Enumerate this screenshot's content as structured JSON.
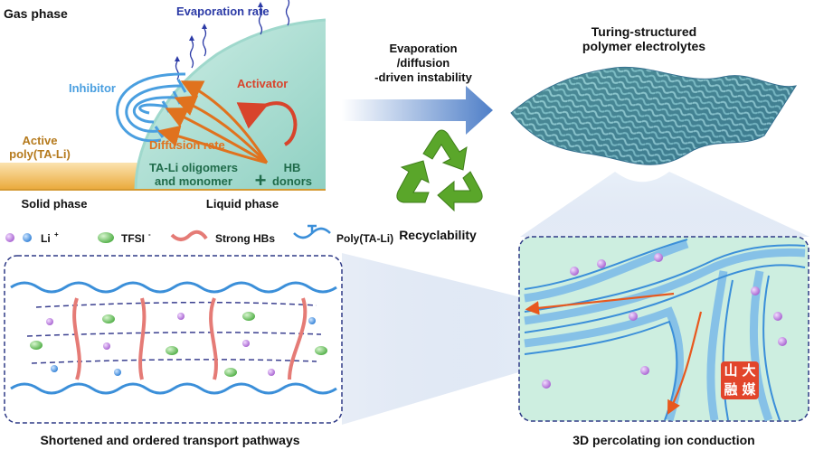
{
  "panel_top_left": {
    "gas_phase": "Gas phase",
    "evaporation_rate": "Evaporation  rate",
    "inhibitor": "Inhibitor",
    "activator": "Activator",
    "active_line1": "Active",
    "active_line2": "poly(TA-Li)",
    "diffusion_rate": "Diffusion rate",
    "oligomers_line1": "TA-Li oligomers",
    "oligomers_line2": "and monomer",
    "plus": "+",
    "hb_line1": "HB",
    "hb_line2": "donors",
    "solid_phase": "Solid phase",
    "liquid_phase": "Liquid phase"
  },
  "arrow_label": {
    "line1": "Evaporation",
    "line2": "/diffusion",
    "line3": "-driven instability"
  },
  "turing": {
    "line1": "Turing-structured",
    "line2": "polymer electrolytes"
  },
  "recyclability": "Recyclability",
  "legend": {
    "li": "Li",
    "li_sup": "+",
    "tfsi": "TFSI",
    "tfsi_sup": "-",
    "strong_hbs": "Strong HBs",
    "poly": "Poly(TA-Li)"
  },
  "captions": {
    "left": "Shortened and ordered transport pathways",
    "right": "3D percolating ion conduction"
  },
  "logo_chars": [
    "山",
    "大",
    "融",
    "媒"
  ],
  "colors": {
    "blue_text": "#2b3aa6",
    "inhibitor": "#4a9fe0",
    "activator": "#d8442c",
    "diffusion": "#e0721e",
    "green_text": "#1f6b4a",
    "solid": "#f1b64d",
    "recycle_green": "#5aa62a",
    "chain_blue": "#3b8fd9",
    "hb_pink": "#e57b76",
    "li_violet": "#b56fd8",
    "tfsi_green": "#6cc56a",
    "dash_blue": "#3a3f8f"
  }
}
